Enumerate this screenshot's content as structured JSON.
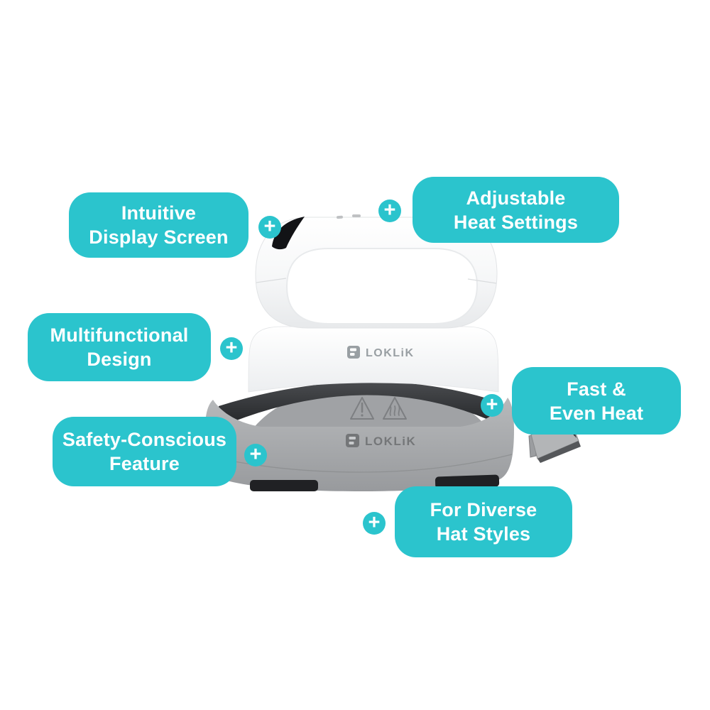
{
  "colors": {
    "accent": "#2bc4cd",
    "callout_text": "#ffffff",
    "plate_dark": "#2b2d2f",
    "base_gray": "#a7a9ab",
    "brand_gray": "#999fa3"
  },
  "icons": {
    "plus_glyph": "+"
  },
  "device": {
    "brand": "LOKLiK"
  },
  "callouts": [
    {
      "id": "intuitive-display-screen",
      "line1": "Intuitive",
      "line2": "Display Screen"
    },
    {
      "id": "adjustable-heat-settings",
      "line1": "Adjustable",
      "line2": "Heat Settings"
    },
    {
      "id": "multifunctional-design",
      "line1": "Multifunctional",
      "line2": "Design"
    },
    {
      "id": "fast-even-heat",
      "line1": "Fast &",
      "line2": "Even Heat"
    },
    {
      "id": "safety-conscious-feature",
      "line1": "Safety-Conscious",
      "line2": "Feature"
    },
    {
      "id": "for-diverse-hat-styles",
      "line1": "For Diverse",
      "line2": "Hat Styles"
    }
  ]
}
